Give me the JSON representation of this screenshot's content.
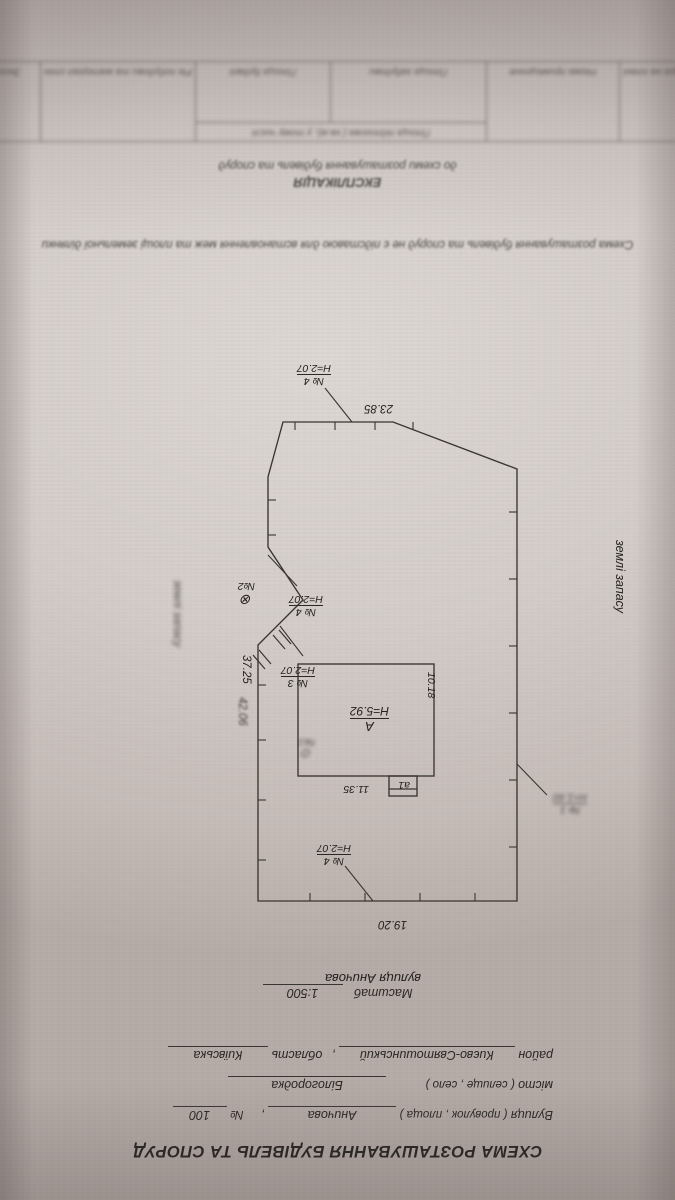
{
  "document": {
    "title": "СХЕМА РОЗТАШУВАННЯ БУДІВЕЛЬ ТА СПОРУД",
    "scale_label": "Масштаб",
    "scale_value": "1:500",
    "note": "Схема розташування будівель та споруд не є підставою для встановлення меж та площі земельної ділянки"
  },
  "address": {
    "street_caption": "( провулок , площа )",
    "street_prefix": "Вулиця",
    "street_value": "Аничова",
    "house_prefix": "№",
    "house_value": "100",
    "settlement_caption": "( селище , село )",
    "settlement_prefix": "місто",
    "settlement_value": "Білогородка",
    "district_prefix": "район",
    "district_value": "Києво-Святошинський",
    "region_prefix": "область",
    "region_value": "Київська"
  },
  "explication": {
    "title": "ЕКСПЛІКАЦІЯ",
    "subtitle": "до схеми розташування будівель та споруд",
    "area_header": "Площа підлогова ( кв.м), у тому числі",
    "columns": [
      "Літера на плані",
      "Назва приміщення",
      "Площа забудови",
      "Площа будівлі",
      "Рік побудови та матеріал стін",
      "Знос, %"
    ]
  },
  "plan": {
    "street_label": "вулиця Аничова",
    "reserve_land_label": "землі запасу",
    "reserve_land_label_left": "землі запасу",
    "building": {
      "letter": "А",
      "height": "H=5.92",
      "width": "11.35",
      "depth": "10.18",
      "annex_letter": "а1"
    },
    "boundary_dims": [
      {
        "id": "north",
        "value": "19.20"
      },
      {
        "id": "east",
        "value": "37.25"
      },
      {
        "id": "south",
        "value": "23.85"
      },
      {
        "id": "west",
        "value": "42.06"
      }
    ],
    "fence_marks": [
      {
        "id": "fence-north",
        "number": "№ 4",
        "height": "H=2.07"
      },
      {
        "id": "fence-northeast",
        "number": "№ 3",
        "height": "H=2.07"
      },
      {
        "id": "fence-east",
        "number": "№ 4",
        "height": "H=2.07"
      },
      {
        "id": "fence-south",
        "number": "№ 4",
        "height": "H=2.07"
      }
    ],
    "point_markers": [
      {
        "id": "point-2",
        "label": "№2",
        "glyph": "⊗"
      },
      {
        "id": "point-1",
        "label": "№1",
        "glyph": "⊙"
      }
    ],
    "side_marker": {
      "number": "№ 1",
      "height": "H=1.60"
    }
  }
}
